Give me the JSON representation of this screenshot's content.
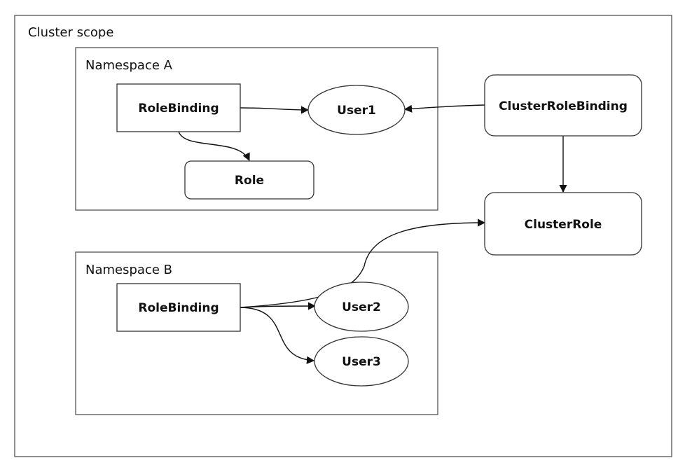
{
  "scopes": {
    "cluster": "Cluster scope",
    "namespace_a": "Namespace A",
    "namespace_b": "Namespace B"
  },
  "nodes": {
    "rolebinding_a": "RoleBinding",
    "role": "Role",
    "user1": "User1",
    "clusterrolebinding": "ClusterRoleBinding",
    "clusterrole": "ClusterRole",
    "rolebinding_b": "RoleBinding",
    "user2": "User2",
    "user3": "User3"
  },
  "colors": {
    "stroke": "#333333",
    "frame": "#555555",
    "text": "#111111",
    "background": "#ffffff"
  }
}
